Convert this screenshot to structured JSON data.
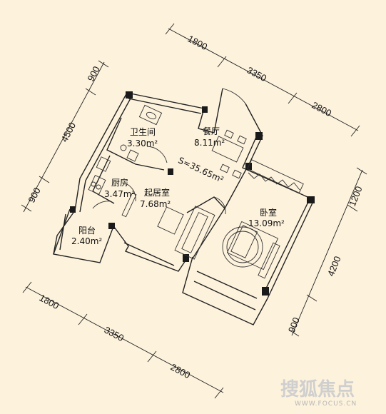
{
  "dimensions": {
    "top": [
      "1800",
      "3350",
      "2800"
    ],
    "left": [
      "900",
      "4500",
      "900"
    ],
    "right": [
      "1200",
      "4200",
      "900"
    ],
    "bottom": [
      "1800",
      "3350",
      "2800"
    ]
  },
  "rooms": [
    {
      "key": "bathroom",
      "name": "卫生间",
      "area": "3.30m²"
    },
    {
      "key": "dining",
      "name": "餐厅",
      "area": "8.11m²"
    },
    {
      "key": "kitchen",
      "name": "厨房",
      "area": "3.47m²"
    },
    {
      "key": "living",
      "name": "起居室",
      "area": "7.68m²"
    },
    {
      "key": "bedroom",
      "name": "卧室",
      "area": "13.09m²"
    },
    {
      "key": "balcony",
      "name": "阳台",
      "area": "2.40m²"
    }
  ],
  "total_area": "S=35.65m²",
  "logo": {
    "main": "搜狐焦点",
    "url": "WWW.FOCUS.CN",
    "accent": "#e8474f"
  },
  "colors": {
    "background": "#fdf2dc",
    "wall": "#1a1a1a"
  }
}
